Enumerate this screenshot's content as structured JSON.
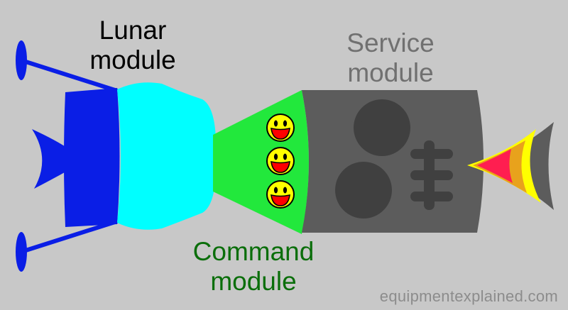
{
  "labels": {
    "lunar_module": {
      "line1": "Lunar",
      "line2": "module",
      "color": "#000000"
    },
    "service_module": {
      "line1": "Service",
      "line2": "module",
      "color": "#707070"
    },
    "command_module": {
      "line1": "Command",
      "line2": "module",
      "color": "#0a6e0a"
    }
  },
  "watermark": {
    "text": "equipmentexplained.com",
    "color": "#8c8c8c"
  },
  "colors": {
    "background": "#c8c8c8",
    "lunar_module_body": "#0a1ee6",
    "lunar_module_top": "#00ffff",
    "command_module": "#22e83c",
    "service_module": "#5c5c5c",
    "service_module_parts": "#404040",
    "engine_flame_outer": "#ffff00",
    "engine_flame_middle": "#e8a21c",
    "engine_flame_inner": "#ff1e50",
    "smiley_face": "#ffff00",
    "smiley_mouth": "#ff0000"
  },
  "icons": [
    "smiley-face-icon",
    "smiley-face-icon",
    "smiley-face-icon"
  ]
}
